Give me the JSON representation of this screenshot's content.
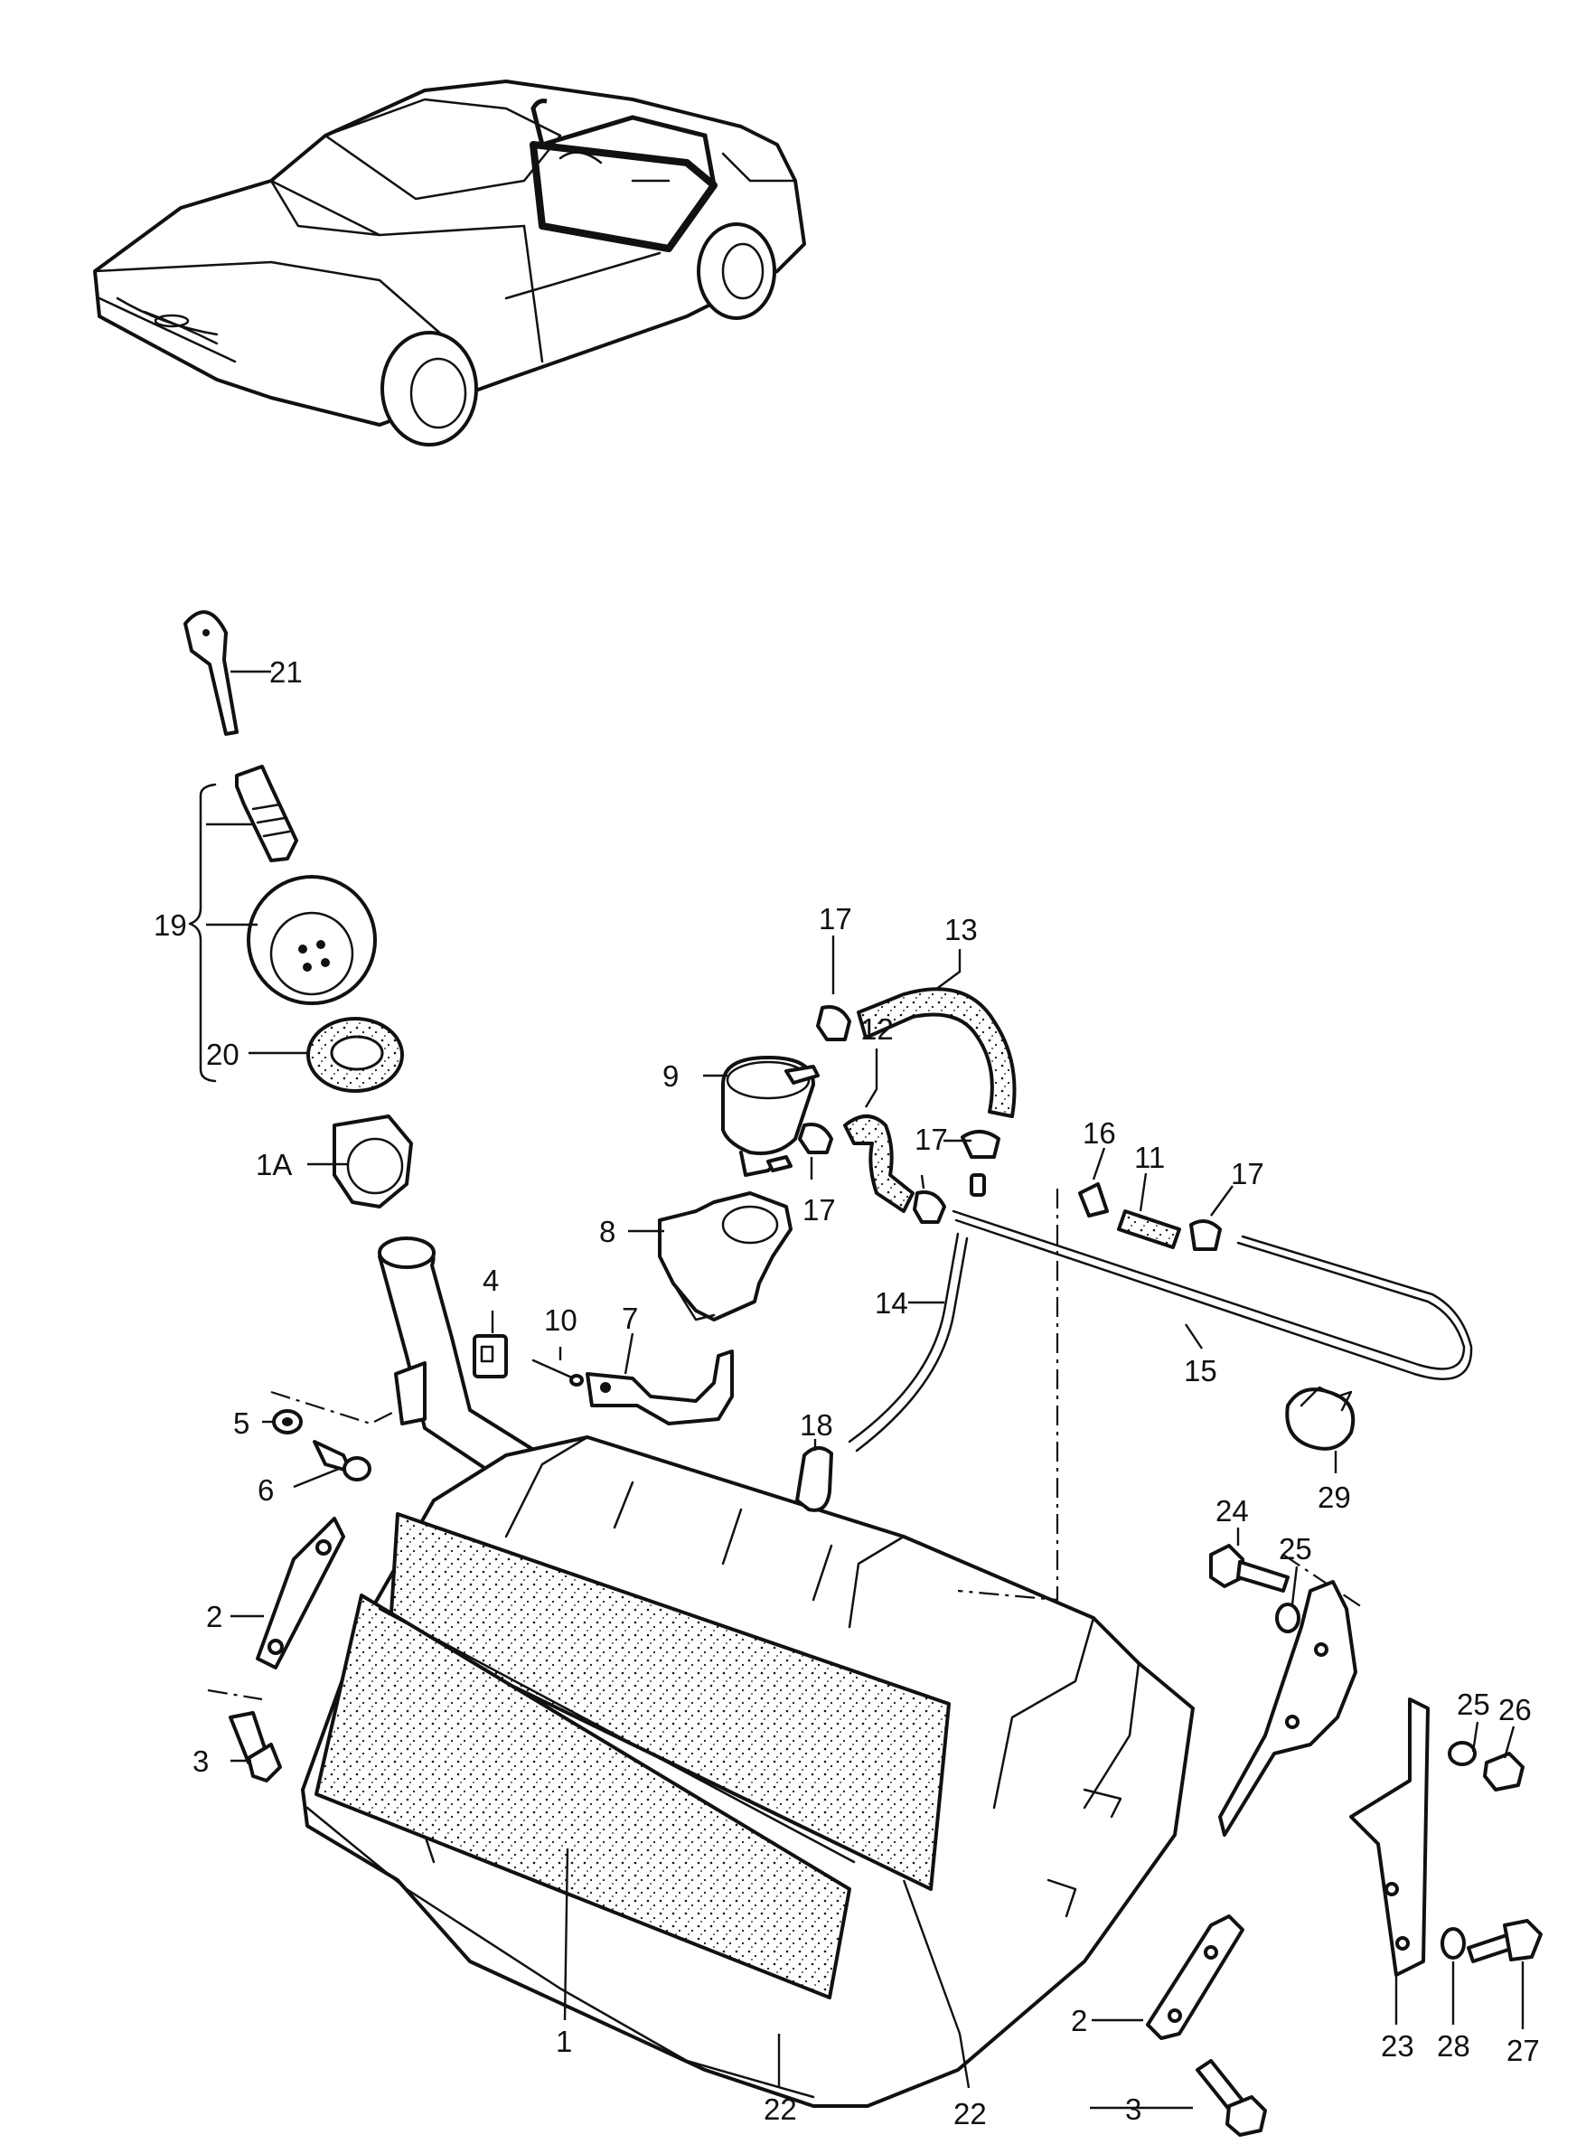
{
  "labels": {
    "l1": "1",
    "l1a": "1A",
    "l2a": "2",
    "l2b": "2",
    "l3a": "3",
    "l3b": "3",
    "l4": "4",
    "l5": "5",
    "l6": "6",
    "l7": "7",
    "l8": "8",
    "l9": "9",
    "l10": "10",
    "l11": "11",
    "l12": "12",
    "l13": "13",
    "l14": "14",
    "l15": "15",
    "l16": "16",
    "l17a": "17",
    "l17b": "17",
    "l17c": "17",
    "l17d": "17",
    "l18": "18",
    "l19": "19",
    "l20": "20",
    "l21": "21",
    "l22a": "22",
    "l22b": "22",
    "l23": "23",
    "l24": "24",
    "l25a": "25",
    "l25b": "25",
    "l26": "26",
    "l27": "27",
    "l28": "28",
    "l29": "29"
  }
}
